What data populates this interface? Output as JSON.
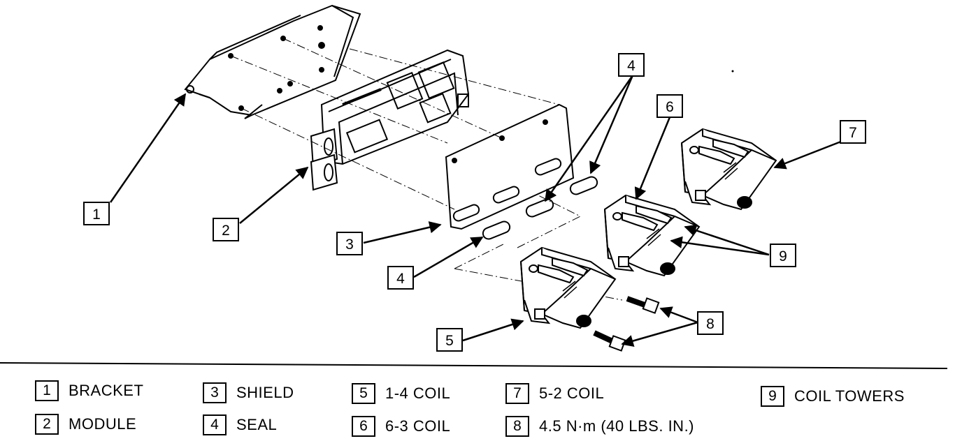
{
  "callouts": [
    {
      "n": "1"
    },
    {
      "n": "2"
    },
    {
      "n": "3"
    },
    {
      "n": "4"
    },
    {
      "n": "4"
    },
    {
      "n": "5"
    },
    {
      "n": "6"
    },
    {
      "n": "7"
    },
    {
      "n": "8"
    },
    {
      "n": "9"
    }
  ],
  "legend": [
    {
      "n": "1",
      "label": "BRACKET"
    },
    {
      "n": "2",
      "label": "MODULE"
    },
    {
      "n": "3",
      "label": "SHIELD"
    },
    {
      "n": "4",
      "label": "SEAL"
    },
    {
      "n": "5",
      "label": "1-4 COIL"
    },
    {
      "n": "6",
      "label": "6-3 COIL"
    },
    {
      "n": "7",
      "label": "5-2 COIL"
    },
    {
      "n": "8",
      "label": "4.5 N·m (40 LBS. IN.)"
    },
    {
      "n": "9",
      "label": "COIL TOWERS"
    }
  ]
}
